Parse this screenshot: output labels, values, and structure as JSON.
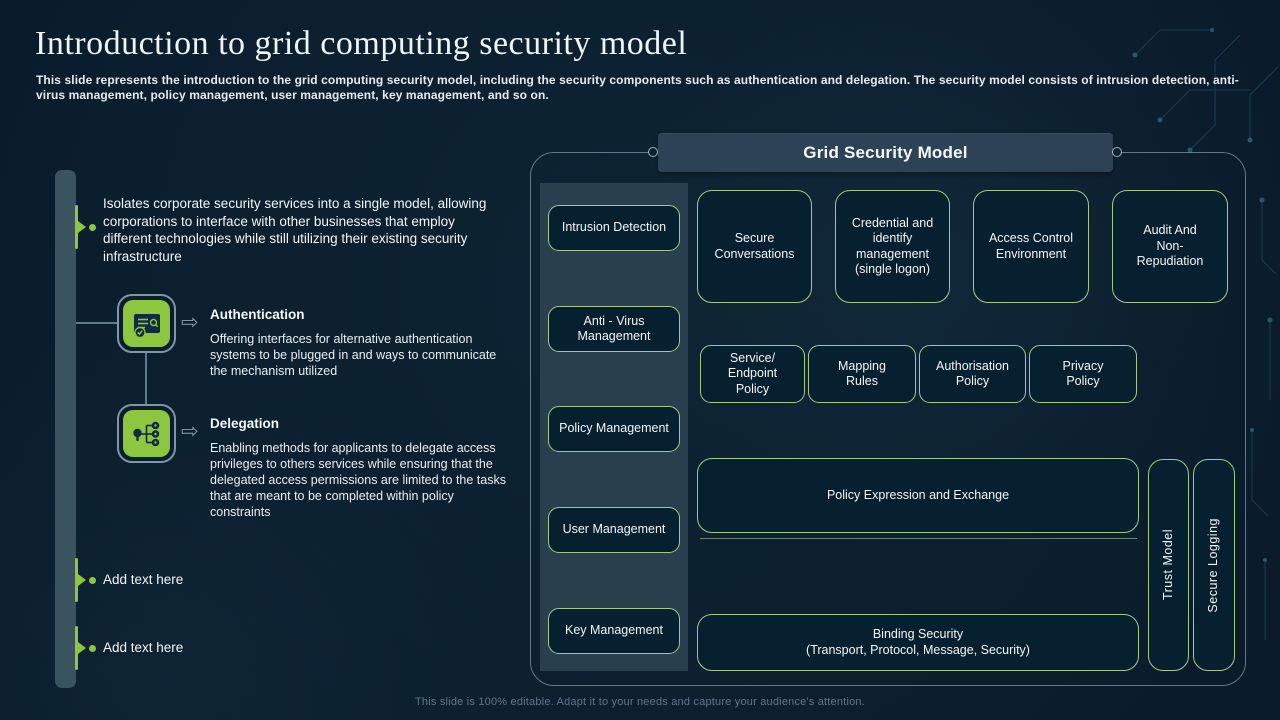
{
  "slide": {
    "title": "Introduction to grid computing security model",
    "subtitle": "This slide represents the introduction to the grid computing security model, including the security components such as authentication and delegation. The security model consists of intrusion detection, anti-virus management, policy management, user management, key management, and so on.",
    "footer": "This slide is 100% editable.  Adapt it to your needs and capture your audience's attention."
  },
  "left_panel": {
    "intro": "Isolates corporate security services into a single model, allowing corporations to interface with other businesses that employ different technologies while still utilizing their existing security infrastructure",
    "bullets": [
      {
        "title": "Authentication",
        "desc": "Offering interfaces for alternative authentication systems to be plugged in and ways to communicate the mechanism utilized",
        "icon": "id-card-check-icon"
      },
      {
        "title": "Delegation",
        "desc": "Enabling methods for applicants to delegate access privileges to others services while ensuring that the delegated access permissions are limited to the tasks that are meant to be completed within policy constraints",
        "icon": "delegation-tree-icon"
      }
    ],
    "placeholders": [
      {
        "label": "Add text here"
      },
      {
        "label": "Add text here"
      }
    ]
  },
  "diagram": {
    "header": "Grid Security Model",
    "left_column": [
      "Intrusion Detection",
      "Anti - Virus Management",
      "Policy Management",
      "User Management",
      "Key Management"
    ],
    "top_row": [
      "Secure Conversations",
      "Credential and identify management (single logon)",
      "Access Control Environment",
      "Audit And Non-Repudiation"
    ],
    "policy_row": [
      "Service/ Endpoint Policy",
      "Mapping Rules",
      "Authorisation Policy",
      "Privacy Policy"
    ],
    "wide_boxes": {
      "policy_expression": "Policy Expression and Exchange",
      "binding_line1": "Binding Security",
      "binding_line2": "(Transport,  Protocol, Message, Security)"
    },
    "vertical_boxes": [
      "Trust Model",
      "Secure Logging"
    ]
  },
  "colors": {
    "accent_green": "#8dc63f",
    "border_green": "#a6c78b",
    "background_navy": "#0b1e2d",
    "panel_slate": "#2d4254",
    "strip_slate": "#2a3f4e"
  }
}
